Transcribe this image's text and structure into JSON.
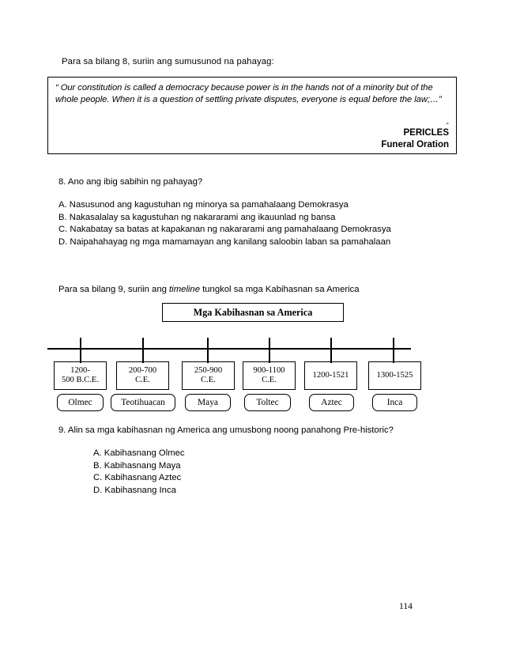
{
  "item8": {
    "intro": "Para sa bilang 8, suriin ang sumusunod na pahayag:",
    "quote": "“ Our constitution is called a democracy because power is in the hands not of a minority but of the whole people.  When it is a question of settling private disputes, everyone is equal before the law;…”",
    "attribution_dash": "-",
    "attribution_name": "PERICLES",
    "attribution_work": "Funeral Oration",
    "stem": "8. Ano ang ibig sabihin ng pahayag?",
    "choices": [
      "A. Nasusunod ang kagustuhan ng minorya sa pamahalaang Demokrasya",
      "B. Nakasalalay sa kagustuhan ng nakararami ang ikauunlad ng bansa",
      "C. Nakabatay sa batas at kapakanan ng nakararami ang pamahalaang Demokrasya",
      "D. Naipahahayag ng mga mamamayan ang kanilang saloobin laban sa pamahalaan"
    ]
  },
  "item9": {
    "intro_before": "Para sa bilang 9, suriin ang ",
    "intro_italic": "timeline",
    "intro_after": " tungkol sa mga Kabihasnan sa America",
    "stem": "9. Alin sa mga kabihasnan ng America ang umusbong noong panahong Pre-historic?",
    "choices": [
      "A. Kabihasnang Olmec",
      "B. Kabihasnang Maya",
      "C. Kabihasnang Aztec",
      "D. Kabihasnang Inca"
    ]
  },
  "timeline": {
    "title": "Mga Kabihasnan sa America",
    "entries": [
      {
        "date_line1": "1200-",
        "date_line2": "500 B.C.E.",
        "name": "Olmec"
      },
      {
        "date_line1": "200-700",
        "date_line2": "C.E.",
        "name": "Teotihuacan"
      },
      {
        "date_line1": "250-900",
        "date_line2": "C.E.",
        "name": "Maya"
      },
      {
        "date_line1": "900-1100",
        "date_line2": "C.E.",
        "name": "Toltec"
      },
      {
        "date_line1": "1200-1521",
        "date_line2": "",
        "name": "Aztec"
      },
      {
        "date_line1": "1300-1525",
        "date_line2": "",
        "name": "Inca"
      }
    ]
  },
  "footer": {
    "page_number": "114"
  }
}
